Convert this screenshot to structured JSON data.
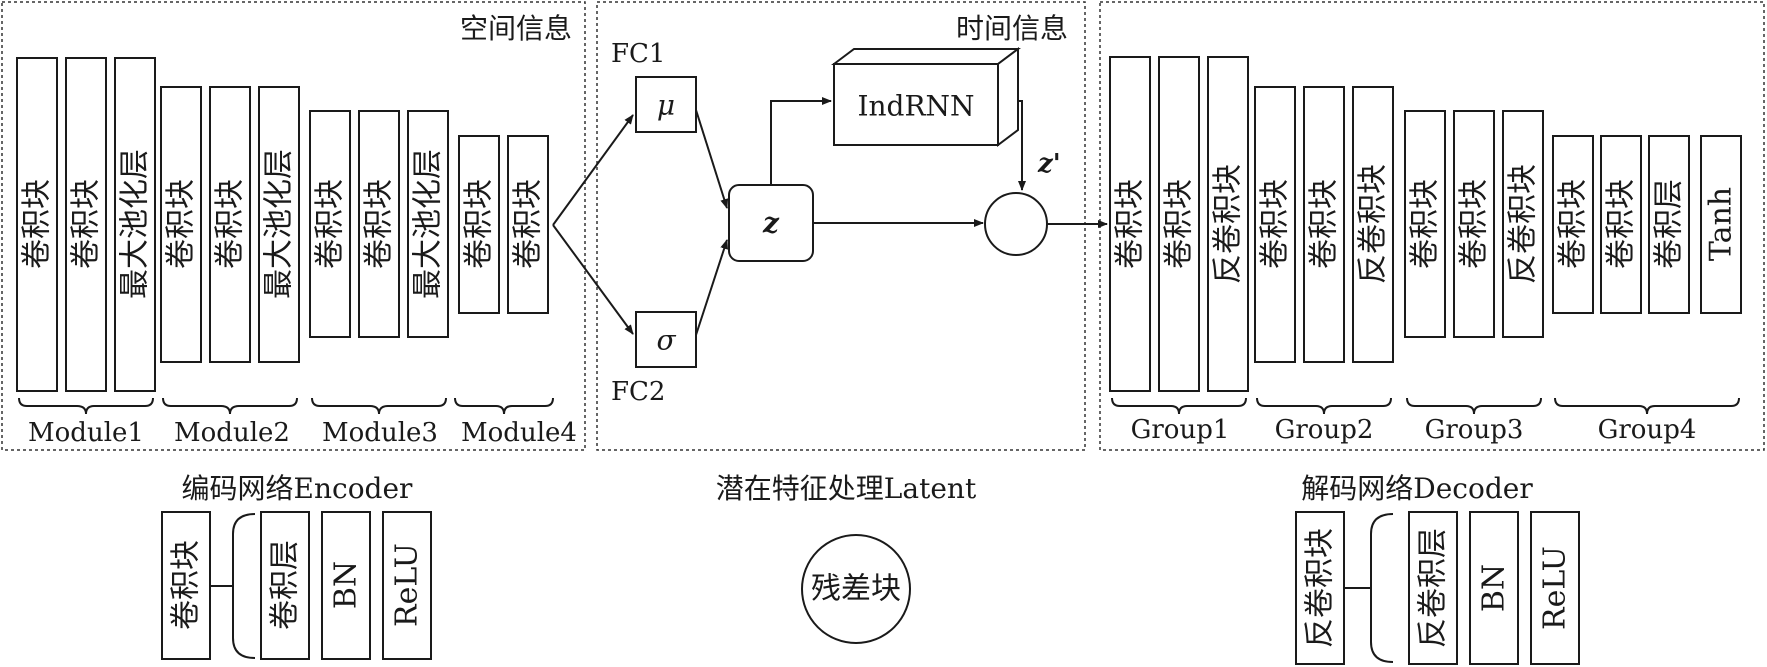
{
  "encoder": {
    "section_title": "空间信息",
    "caption": "编码网络Encoder",
    "modules": [
      {
        "label": "Module1",
        "blocks": [
          "卷积块",
          "卷积块",
          "最大池化层"
        ]
      },
      {
        "label": "Module2",
        "blocks": [
          "卷积块",
          "卷积块",
          "最大池化层"
        ]
      },
      {
        "label": "Module3",
        "blocks": [
          "卷积块",
          "卷积块",
          "最大池化层"
        ]
      },
      {
        "label": "Module4",
        "blocks": [
          "卷积块",
          "卷积块"
        ]
      }
    ],
    "legend": {
      "block": "卷积块",
      "parts": [
        "卷积层",
        "BN",
        "ReLU"
      ]
    }
  },
  "latent": {
    "section_title": "时间信息",
    "caption": "潜在特征处理Latent",
    "fc1": "FC1",
    "fc2": "FC2",
    "mu": "μ",
    "sigma": "σ",
    "z": "z",
    "rnn": "IndRNN",
    "z_prime": "z'",
    "residual_legend": "残差块"
  },
  "decoder": {
    "caption": "解码网络Decoder",
    "groups": [
      {
        "label": "Group1",
        "blocks": [
          "卷积块",
          "卷积块",
          "反卷积块"
        ]
      },
      {
        "label": "Group2",
        "blocks": [
          "卷积块",
          "卷积块",
          "反卷积块"
        ]
      },
      {
        "label": "Group3",
        "blocks": [
          "卷积块",
          "卷积块",
          "反卷积块"
        ]
      },
      {
        "label": "Group4",
        "blocks": [
          "卷积块",
          "卷积块",
          "卷积层",
          "Tanh"
        ]
      }
    ],
    "legend": {
      "block": "反卷积块",
      "parts": [
        "反卷积层",
        "BN",
        "ReLU"
      ]
    }
  }
}
